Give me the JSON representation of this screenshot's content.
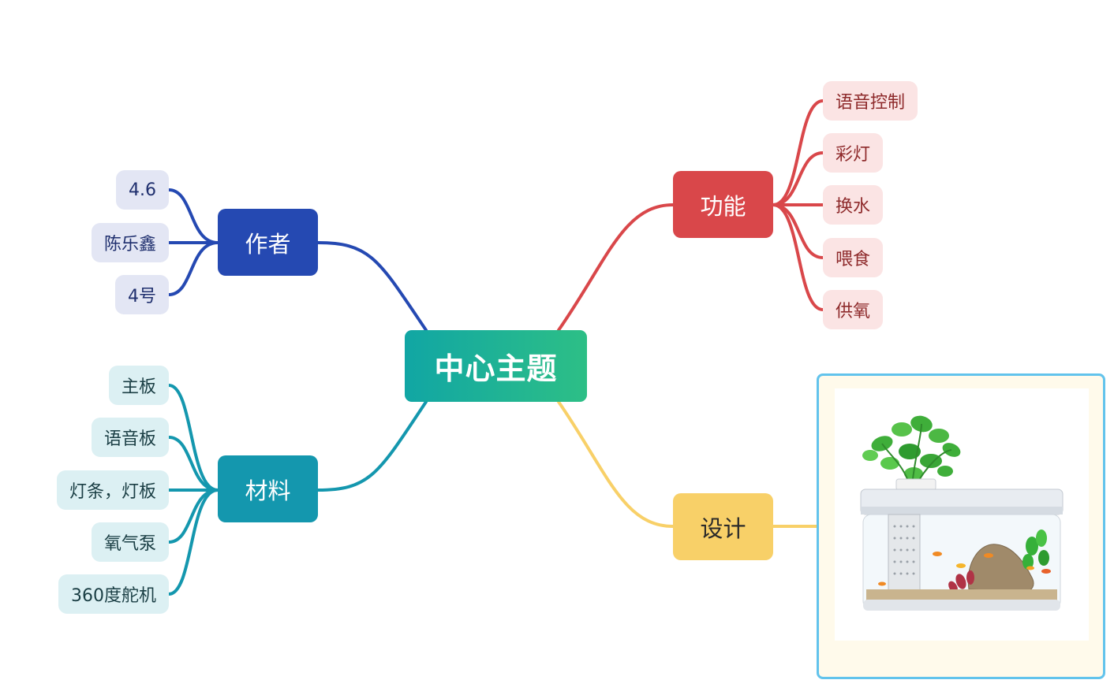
{
  "central": {
    "label": "中心主题"
  },
  "branches": {
    "author": {
      "label": "作者",
      "color": "#2549b2",
      "children": [
        "4.6",
        "陈乐鑫",
        "4号"
      ]
    },
    "material": {
      "label": "材料",
      "color": "#1497ae",
      "children": [
        "主板",
        "语音板",
        "灯条，灯板",
        "氧气泵",
        "360度舵机"
      ]
    },
    "function": {
      "label": "功能",
      "color": "#d9474a",
      "children": [
        "语音控制",
        "彩灯",
        "换水",
        "喂食",
        "供氧"
      ]
    },
    "design": {
      "label": "设计",
      "color": "#f8d068",
      "image": "aquarium-planter-image"
    }
  },
  "colors": {
    "central_gradient_start": "#11a6a4",
    "central_gradient_end": "#2dbf86",
    "image_frame_border": "#62c3ec",
    "image_frame_fill": "#fffaeb"
  }
}
